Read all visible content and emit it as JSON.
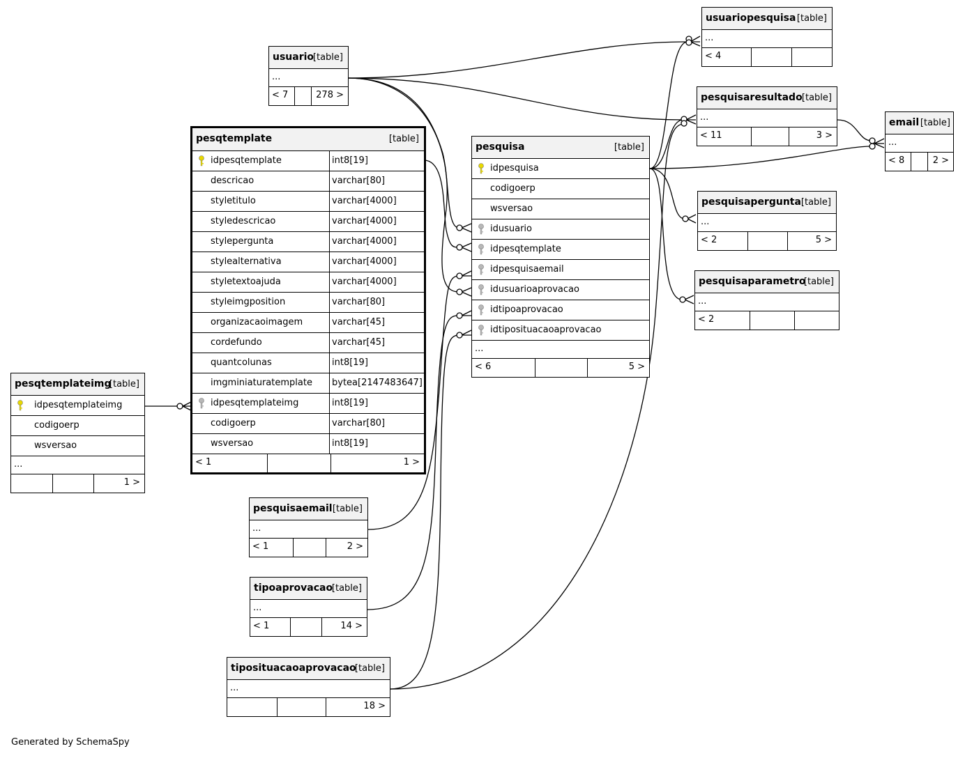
{
  "footer_note": "Generated by SchemaSpy",
  "tag": "[table]",
  "tables": {
    "usuariopesquisa": {
      "name": "usuariopesquisa",
      "more": "...",
      "foot_left": "< 4",
      "foot_right": ""
    },
    "usuario": {
      "name": "usuario",
      "more": "...",
      "foot_left": "< 7",
      "foot_right": "278 >"
    },
    "pesquisaresultado": {
      "name": "pesquisaresultado",
      "more": "...",
      "foot_left": "< 11",
      "foot_right": "3 >"
    },
    "email": {
      "name": "email",
      "more": "...",
      "foot_left": "< 8",
      "foot_right": "2 >"
    },
    "pesqtemplate": {
      "name": "pesqtemplate",
      "columns": [
        {
          "name": "idpesqtemplate",
          "type": "int8[19]"
        },
        {
          "name": "descricao",
          "type": "varchar[80]"
        },
        {
          "name": "styletitulo",
          "type": "varchar[4000]"
        },
        {
          "name": "styledescricao",
          "type": "varchar[4000]"
        },
        {
          "name": "stylepergunta",
          "type": "varchar[4000]"
        },
        {
          "name": "stylealternativa",
          "type": "varchar[4000]"
        },
        {
          "name": "styletextoajuda",
          "type": "varchar[4000]"
        },
        {
          "name": "styleimgposition",
          "type": "varchar[80]"
        },
        {
          "name": "organizacaoimagem",
          "type": "varchar[45]"
        },
        {
          "name": "cordefundo",
          "type": "varchar[45]"
        },
        {
          "name": "quantcolunas",
          "type": "int8[19]"
        },
        {
          "name": "imgminiaturatemplate",
          "type": "bytea[2147483647]"
        },
        {
          "name": "idpesqtemplateimg",
          "type": "int8[19]"
        },
        {
          "name": "codigoerp",
          "type": "varchar[80]"
        },
        {
          "name": "wsversao",
          "type": "int8[19]"
        }
      ],
      "foot_left": "< 1",
      "foot_right": "1 >"
    },
    "pesquisa": {
      "name": "pesquisa",
      "columns": [
        {
          "name": "idpesquisa"
        },
        {
          "name": "codigoerp"
        },
        {
          "name": "wsversao"
        },
        {
          "name": "idusuario"
        },
        {
          "name": "idpesqtemplate"
        },
        {
          "name": "idpesquisaemail"
        },
        {
          "name": "idusuarioaprovacao"
        },
        {
          "name": "idtipoaprovacao"
        },
        {
          "name": "idtiposituacaoaprovacao"
        }
      ],
      "more": "...",
      "foot_left": "< 6",
      "foot_right": "5 >"
    },
    "pesquisapergunta": {
      "name": "pesquisapergunta",
      "more": "...",
      "foot_left": "< 2",
      "foot_right": "5 >"
    },
    "pesquisaparametro": {
      "name": "pesquisaparametro",
      "more": "...",
      "foot_left": "< 2",
      "foot_right": ""
    },
    "pesqtemplateimg": {
      "name": "pesqtemplateimg",
      "columns": [
        {
          "name": "idpesqtemplateimg"
        },
        {
          "name": "codigoerp"
        },
        {
          "name": "wsversao"
        }
      ],
      "more": "...",
      "foot_left": "",
      "foot_right": "1 >"
    },
    "pesquisaemail": {
      "name": "pesquisaemail",
      "more": "...",
      "foot_left": "< 1",
      "foot_right": "2 >"
    },
    "tipoaprovacao": {
      "name": "tipoaprovacao",
      "more": "...",
      "foot_left": "< 1",
      "foot_right": "14 >"
    },
    "tiposituacaoaprovacao": {
      "name": "tiposituacaoaprovacao",
      "more": "...",
      "foot_left": "",
      "foot_right": "18 >"
    }
  },
  "key_colors": {
    "primary": "#e8d800",
    "foreign": "#b8b8b8"
  }
}
